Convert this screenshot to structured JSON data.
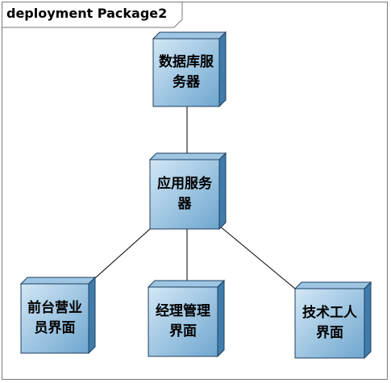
{
  "diagram": {
    "title": "deployment Package2",
    "nodes": [
      {
        "id": "db",
        "label": "数据库服\n务器"
      },
      {
        "id": "app",
        "label": "应用服务\n器"
      },
      {
        "id": "front",
        "label": "前台营业\n员界面"
      },
      {
        "id": "manager",
        "label": "经理管理\n界面"
      },
      {
        "id": "tech",
        "label": "技术工人\n界面"
      }
    ],
    "connections": [
      {
        "from": "db",
        "to": "app"
      },
      {
        "from": "app",
        "to": "front"
      },
      {
        "from": "app",
        "to": "manager"
      },
      {
        "from": "app",
        "to": "tech"
      }
    ],
    "colors": {
      "node_fill_light": "#c6dff0",
      "node_fill_dark": "#6fa6cf",
      "node_side": "#3f7cab",
      "node_top": "#9ec6e3",
      "node_border": "#1f3f5f",
      "line": "#000000",
      "frame_border": "#7a7a7a"
    }
  }
}
